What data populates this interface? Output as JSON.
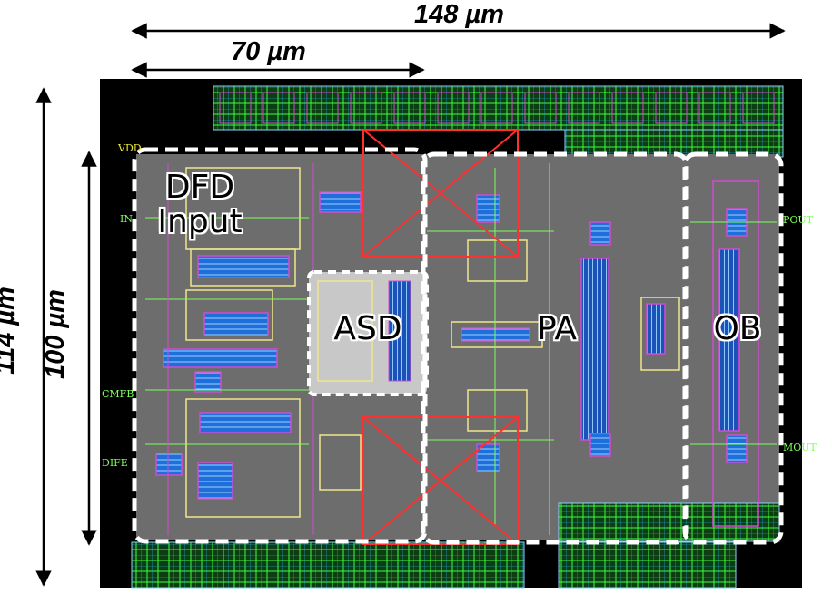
{
  "dimensions": {
    "width_top": "148 µm",
    "width_partial": "70 µm",
    "height_total": "114 µm",
    "height_core": "100 µm"
  },
  "blocks": {
    "dfd_line1": "DFD",
    "dfd_line2": "Input",
    "asd": "ASD",
    "pa": "PA",
    "ob": "OB"
  },
  "pins": {
    "vdd": "VDD",
    "in": "IN",
    "cmfb": "CMFB",
    "dife": "DIFE",
    "pout": "POUT",
    "mout": "MOUT"
  },
  "colors": {
    "die_background": "#000000",
    "core_fill": "#6d6d6d",
    "pad_green": "#2ecc2e",
    "metal_blue": "#4aa3ff",
    "cross_red": "#ff3030",
    "region_border": "#ffffff"
  }
}
